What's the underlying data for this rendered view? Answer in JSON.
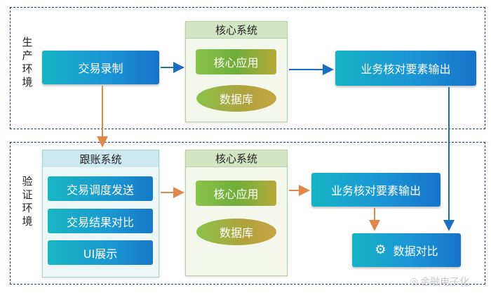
{
  "production_env": {
    "label": "生\n产\n环\n境"
  },
  "verification_env": {
    "label": "验\n证\n环\n境"
  },
  "prod": {
    "transaction_record": "交易录制",
    "core_system": {
      "title": "核心系统",
      "app": "核心应用",
      "db": "数据库"
    },
    "business_output": "业务核对要素输出"
  },
  "verify": {
    "tracking_system": {
      "title": "跟账系统",
      "items": [
        "交易调度发送",
        "交易结果对比",
        "UI展示"
      ]
    },
    "core_system": {
      "title": "核心系统",
      "app": "核心应用",
      "db": "数据库"
    },
    "business_output": "业务核对要素输出",
    "data_compare": {
      "label": "数据对比",
      "icon": "gear-icon"
    }
  },
  "watermark": "金融电子化",
  "colors": {
    "blue_arrow": "#1a6fc0",
    "orange_arrow": "#e0874a",
    "env_border": "#1f3f7a"
  }
}
